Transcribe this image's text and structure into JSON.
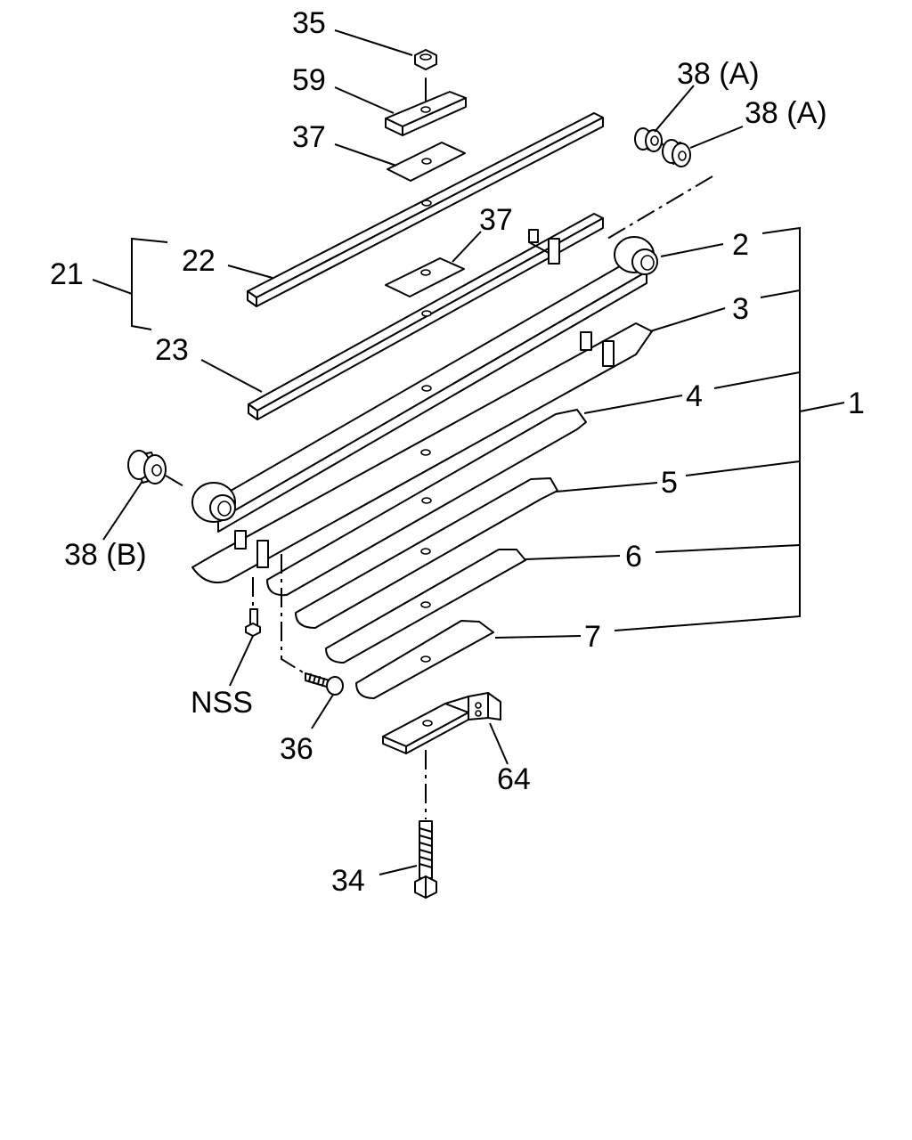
{
  "callouts": {
    "c35": "35",
    "c59": "59",
    "c37a": "37",
    "c37b": "37",
    "c38a1": "38 (A)",
    "c38a2": "38 (A)",
    "c22": "22",
    "c21": "21",
    "c23": "23",
    "c2": "2",
    "c3": "3",
    "c4": "4",
    "c1": "1",
    "c5": "5",
    "c6": "6",
    "c7": "7",
    "c38b": "38 (B)",
    "cnss": "NSS",
    "c36": "36",
    "c64": "64",
    "c34": "34"
  }
}
